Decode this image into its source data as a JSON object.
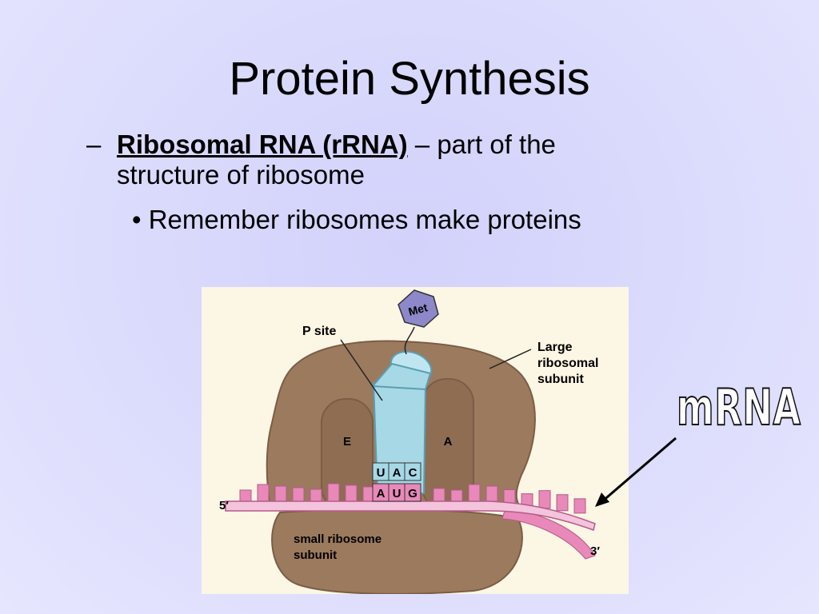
{
  "slide": {
    "title": "Protein Synthesis",
    "bullet1": {
      "dash": "–",
      "term": "Ribosomal RNA (rRNA)",
      "rest": " – part of the structure of ribosome"
    },
    "bullet2": "• Remember ribosomes make proteins",
    "callout": "mRNA"
  },
  "diagram": {
    "labels": {
      "p_site": "P site",
      "large_subunit_1": "Large",
      "large_subunit_2": "ribosomal",
      "large_subunit_3": "subunit",
      "small_subunit_1": "small ribosome",
      "small_subunit_2": "subunit",
      "e_site": "E",
      "a_site": "A",
      "five_prime": "5′",
      "three_prime": "3′",
      "amino_acid": "Met"
    },
    "anticodon": [
      "U",
      "A",
      "C"
    ],
    "codon": [
      "A",
      "U",
      "G"
    ],
    "colors": {
      "ribosome": "#9c7a5e",
      "trna": "#a6d8e6",
      "mrna": "#e889b9",
      "met": "#8c88c9",
      "background": "#fcf6e4"
    }
  }
}
